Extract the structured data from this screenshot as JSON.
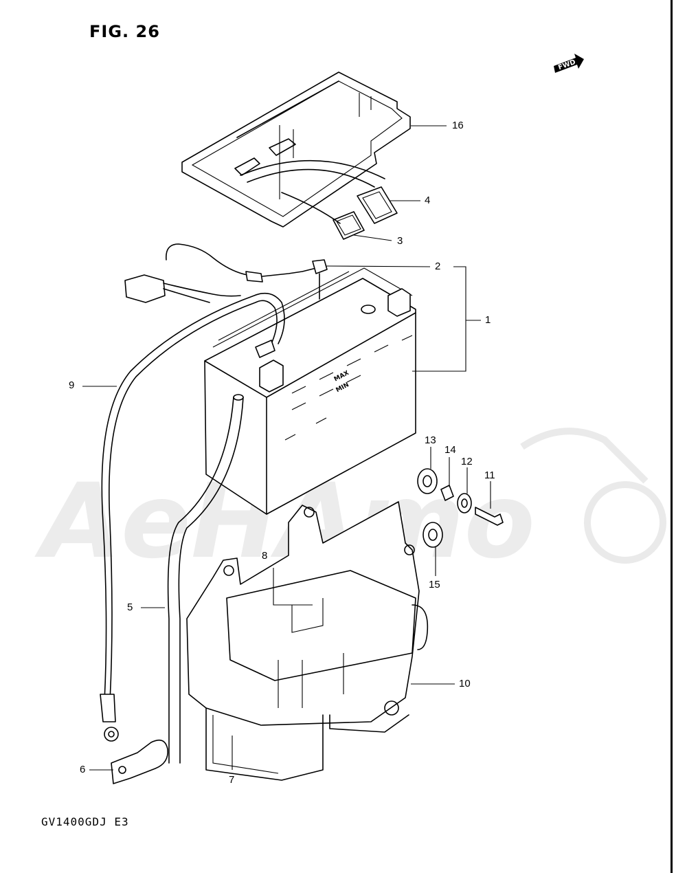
{
  "figure": {
    "title": "FIG. 26",
    "model_code": "GV1400GDJ  E3",
    "direction_label": "FWD"
  },
  "callouts": [
    {
      "id": "callout-1",
      "label": "1"
    },
    {
      "id": "callout-2",
      "label": "2"
    },
    {
      "id": "callout-3",
      "label": "3"
    },
    {
      "id": "callout-4",
      "label": "4"
    },
    {
      "id": "callout-5",
      "label": "5"
    },
    {
      "id": "callout-6",
      "label": "6"
    },
    {
      "id": "callout-7",
      "label": "7"
    },
    {
      "id": "callout-8",
      "label": "8"
    },
    {
      "id": "callout-9",
      "label": "9"
    },
    {
      "id": "callout-10",
      "label": "10"
    },
    {
      "id": "callout-11",
      "label": "11"
    },
    {
      "id": "callout-12",
      "label": "12"
    },
    {
      "id": "callout-13",
      "label": "13"
    },
    {
      "id": "callout-14",
      "label": "14"
    },
    {
      "id": "callout-15",
      "label": "15"
    },
    {
      "id": "callout-16",
      "label": "16"
    }
  ],
  "battery_marks": {
    "max": "MAX",
    "min": "MIN"
  },
  "watermark": {
    "text": "AeHAmo"
  }
}
